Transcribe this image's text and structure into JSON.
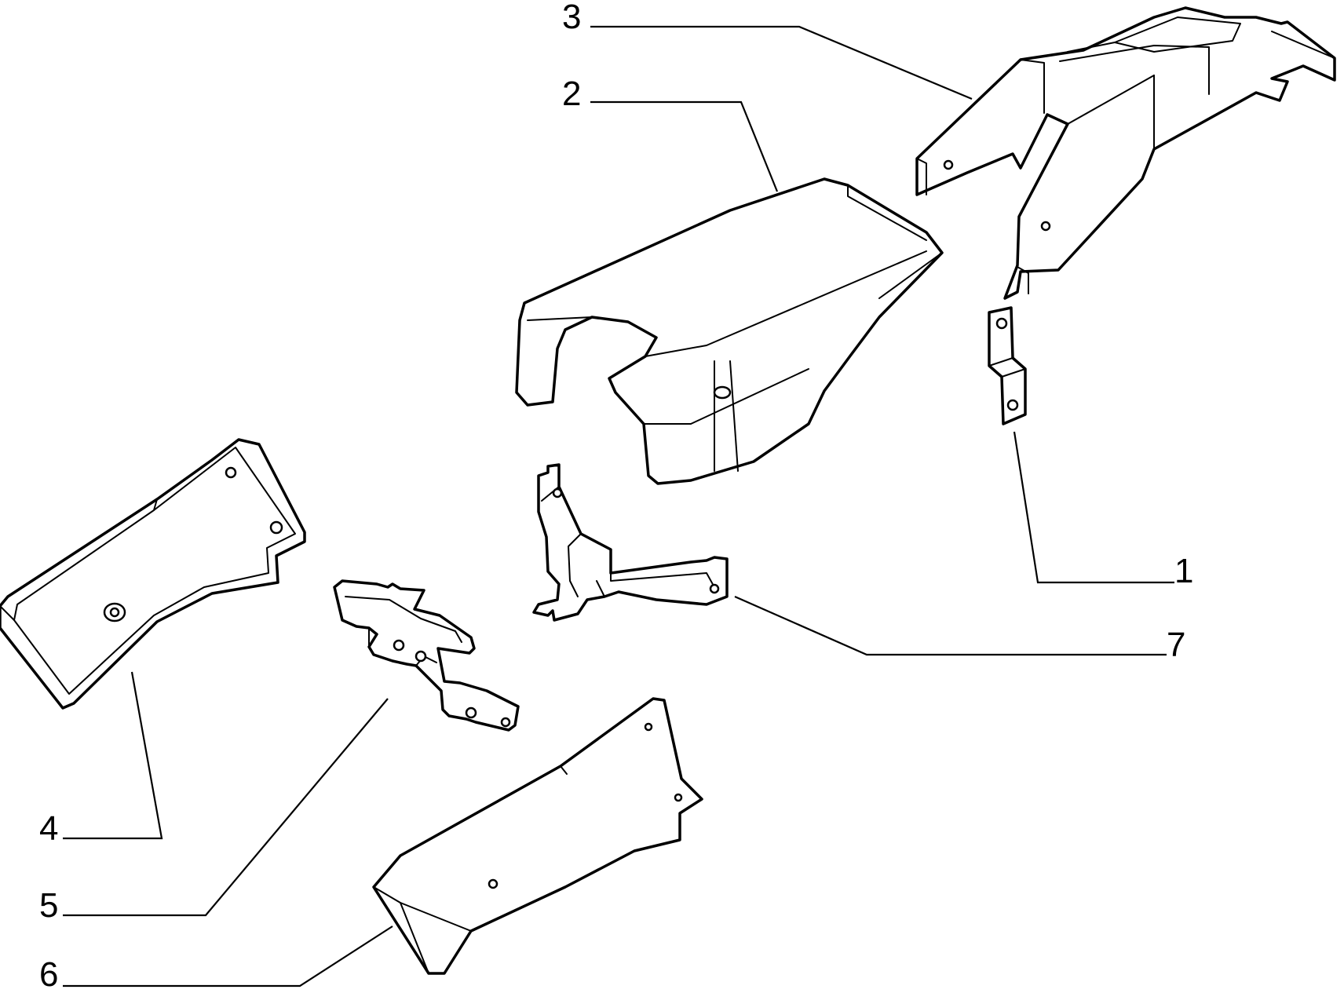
{
  "diagram": {
    "background": "#ffffff",
    "line_color": "#000000",
    "callouts": [
      {
        "id": "c1",
        "label": "1"
      },
      {
        "id": "c2",
        "label": "2"
      },
      {
        "id": "c3",
        "label": "3"
      },
      {
        "id": "c4",
        "label": "4"
      },
      {
        "id": "c5",
        "label": "5"
      },
      {
        "id": "c6",
        "label": "6"
      },
      {
        "id": "c7",
        "label": "7"
      }
    ]
  }
}
